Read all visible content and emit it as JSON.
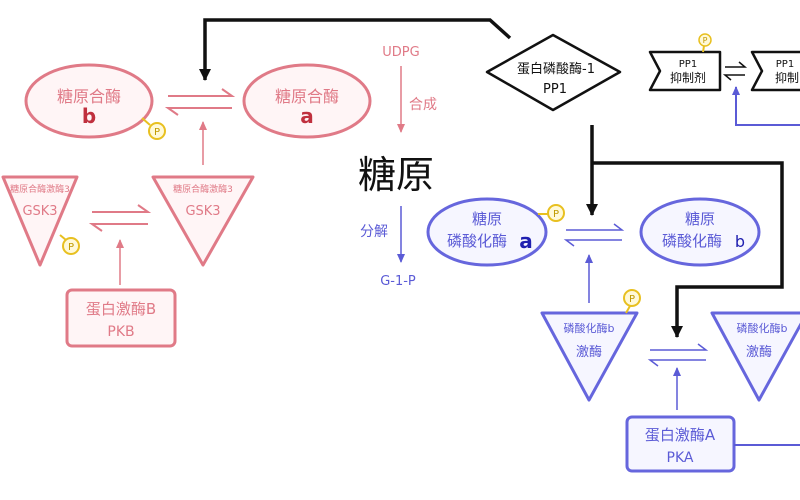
{
  "colors": {
    "pink": "#e07a87",
    "pink_fill": "#fff5f6",
    "blue": "#6666dd",
    "blue_fill": "#f6f6ff",
    "black": "#111111",
    "phospho": "#e8c020"
  },
  "center": {
    "glycogen": "糖原",
    "udpg": "UDPG",
    "synthesis": "合成",
    "breakdown": "分解",
    "g1p": "G-1-P"
  },
  "synthase": {
    "b": {
      "name": "糖原合酶",
      "form": "b"
    },
    "a": {
      "name": "糖原合酶",
      "form": "a"
    },
    "gsk3_inactive": {
      "name": "糖原合酶激酶3",
      "abbr": "GSK3"
    },
    "gsk3_active": {
      "name": "糖原合酶激酶3",
      "abbr": "GSK3"
    },
    "pkb": {
      "name": "蛋白激酶B",
      "abbr": "PKB"
    }
  },
  "phosphorylase": {
    "a": {
      "line1": "糖原",
      "line2": "磷酸化酶",
      "form": "a"
    },
    "b": {
      "line1": "糖原",
      "line2": "磷酸化酶",
      "form": "b"
    },
    "kinase_active": {
      "line1": "磷酸化酶b",
      "line2": "激酶"
    },
    "kinase_inactive": {
      "line1": "磷酸化酶b",
      "line2": "激酶"
    },
    "pka": {
      "name": "蛋白激酶A",
      "abbr": "PKA"
    }
  },
  "pp1": {
    "name": "蛋白磷酸酶-1",
    "abbr": "PP1",
    "inhibitor_p": {
      "line1": "PP1",
      "line2": "抑制剂"
    },
    "inhibitor": {
      "line1": "PP1",
      "line2": "抑制"
    }
  },
  "phospho_label": "P",
  "icons": {
    "phospho": "phosphate-group-icon"
  }
}
